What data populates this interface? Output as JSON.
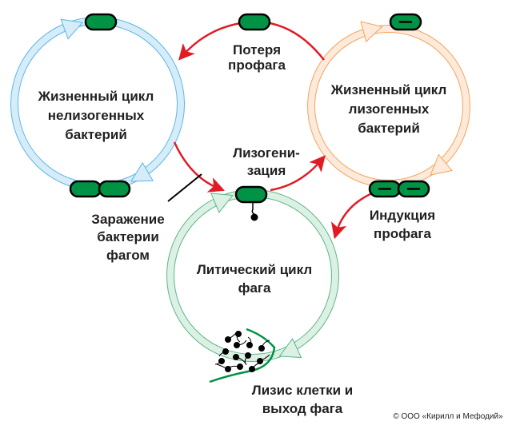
{
  "colors": {
    "nonlysogenic": "#5bb8e8",
    "lysogenic": "#f5a45d",
    "lytic": "#5ab88a",
    "transition": "#e01b24",
    "bacterium": "#009245"
  },
  "labels": {
    "nonlysogenic_cycle": [
      "Жизненный цикл",
      "нелизогенных",
      "бактерий"
    ],
    "lysogenic_cycle": [
      "Жизненный цикл",
      "лизогенных",
      "бактерий"
    ],
    "lytic_cycle": [
      "Литический цикл",
      "фага"
    ],
    "prophage_loss": [
      "Потеря",
      "профага"
    ],
    "lysogenization": [
      "Лизогени-",
      "зация"
    ],
    "infection": [
      "Заражение",
      "бактерии",
      "фагом"
    ],
    "induction": [
      "Индукция",
      "профага"
    ],
    "lysis": [
      "Лизис клетки и",
      "выход фага"
    ]
  },
  "copyright": "© ООО «Кирилл и Мефодий»"
}
